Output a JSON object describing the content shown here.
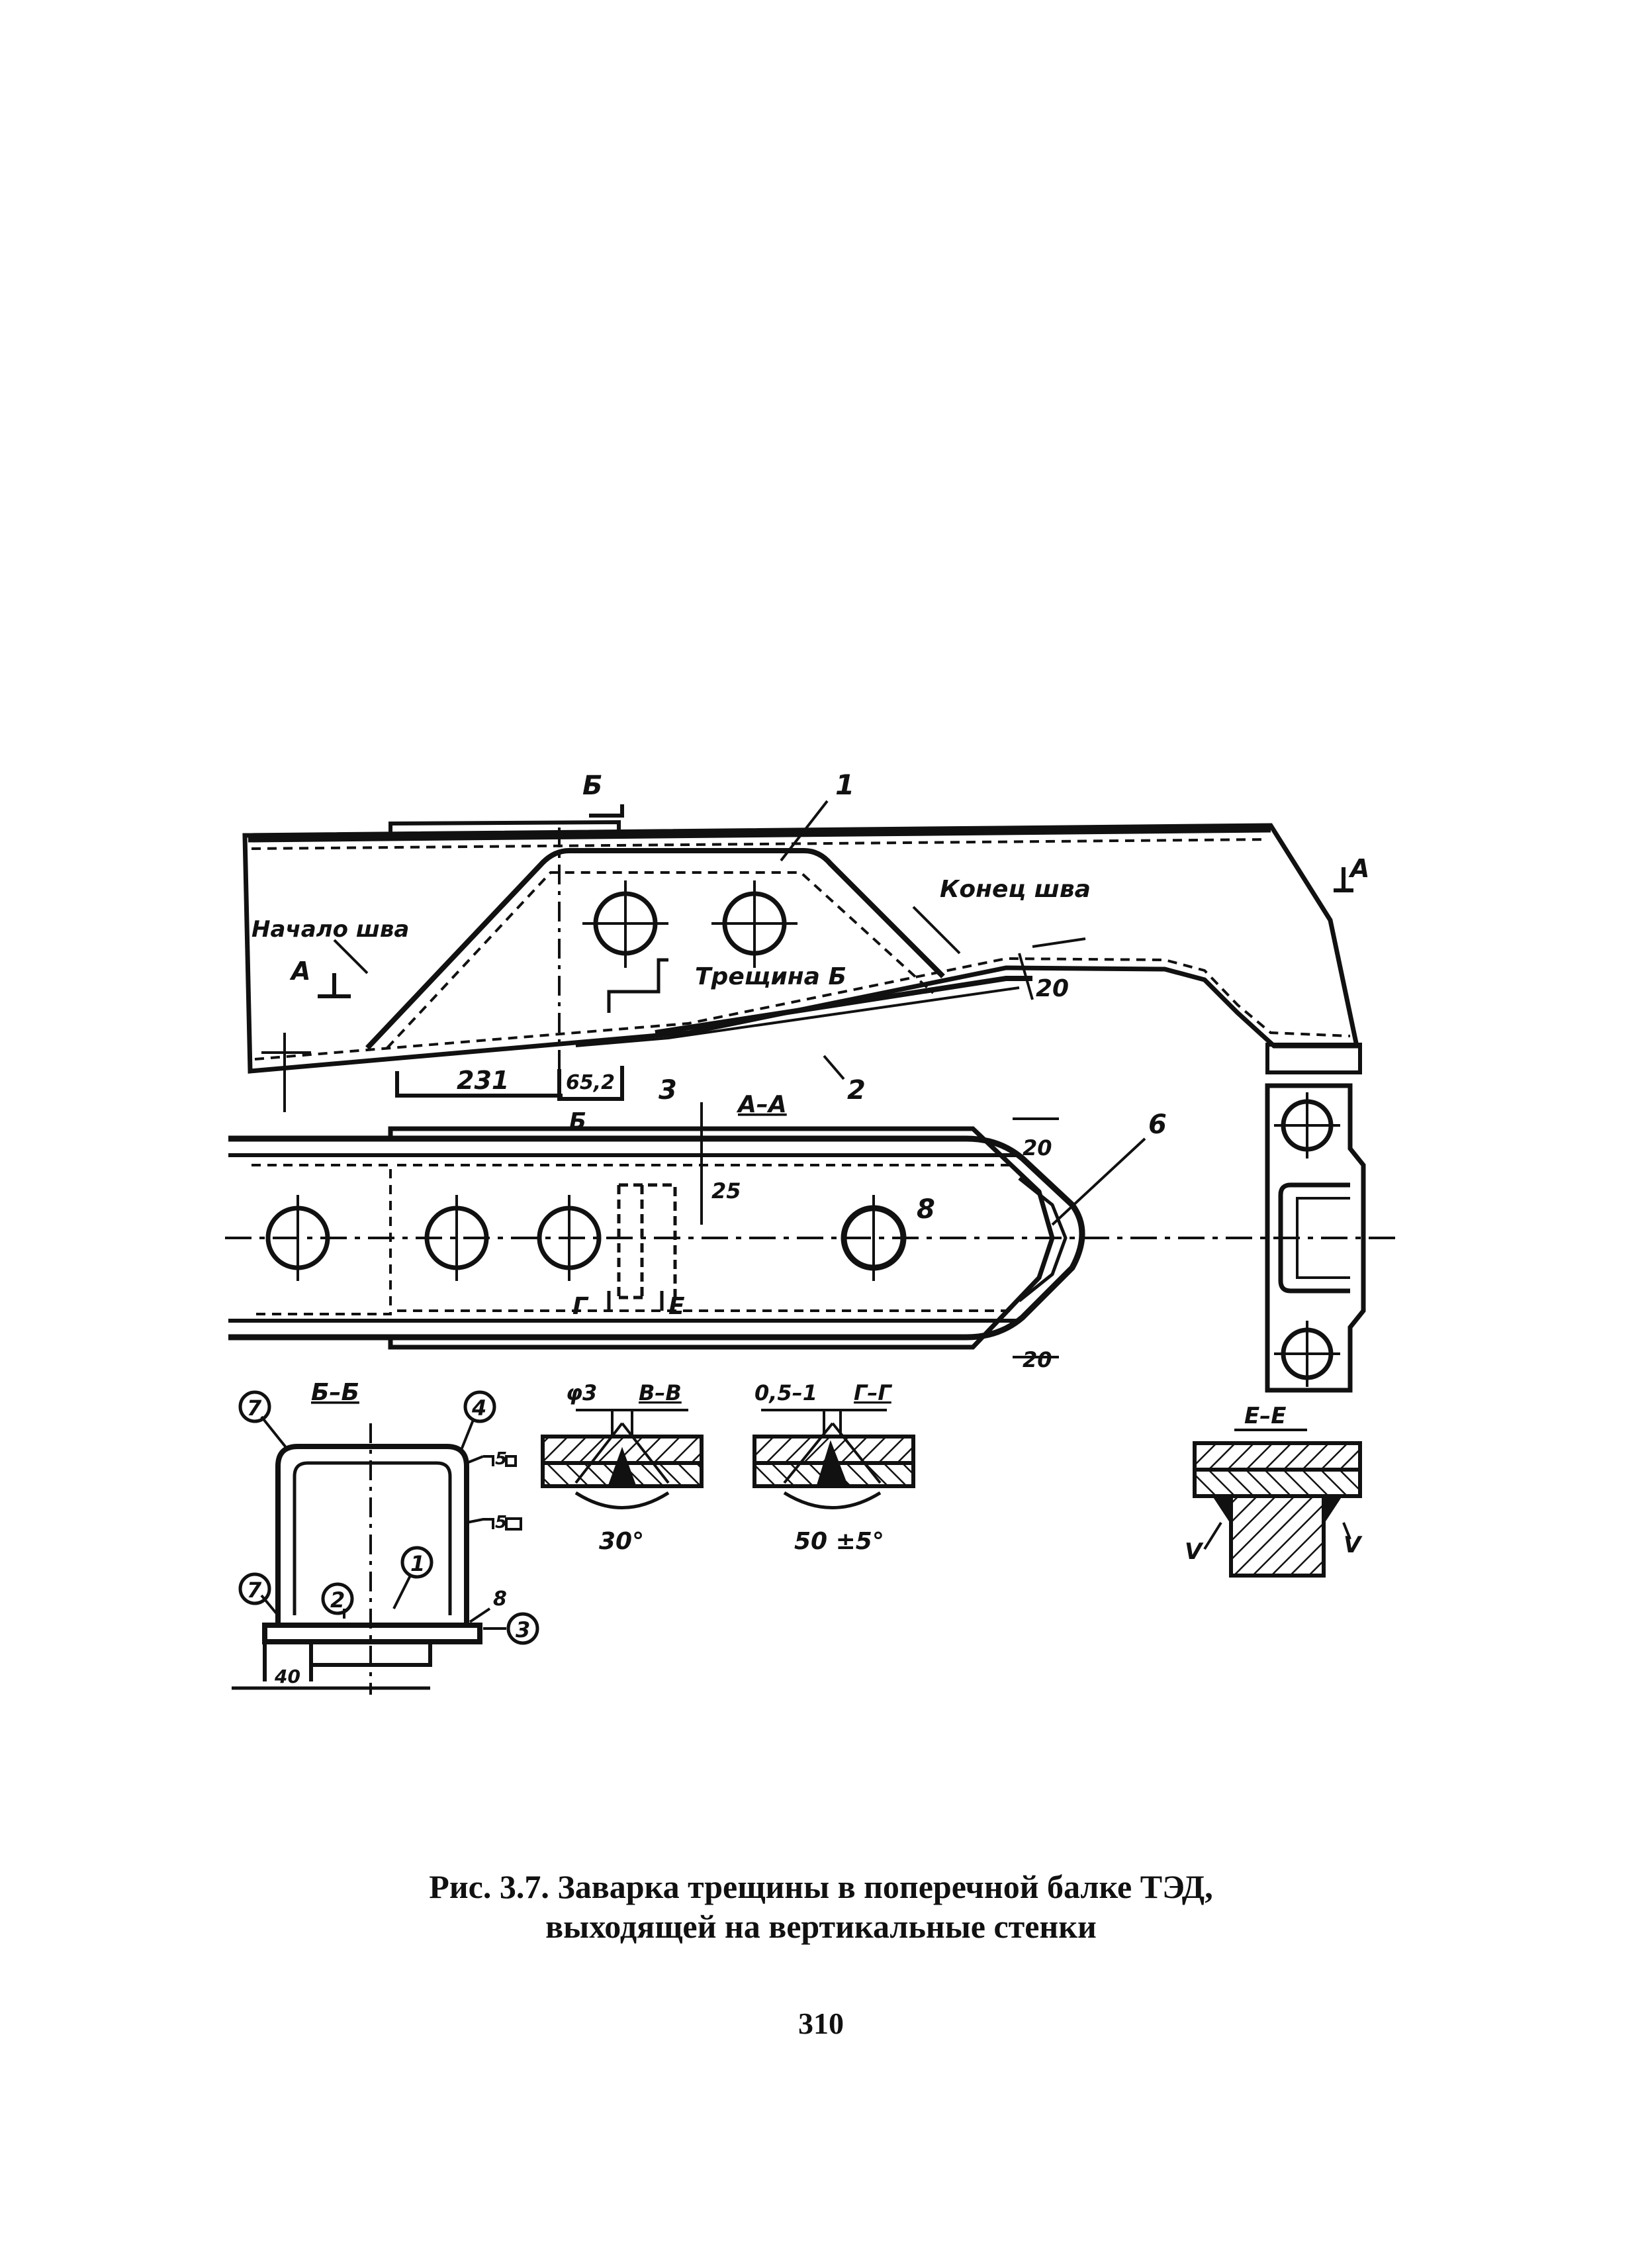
{
  "figure": {
    "labels": {
      "section_b_top": "Б",
      "part_1": "1",
      "arrow_a_right": "А",
      "weld_start": "Начало шва",
      "weld_end": "Конец шва",
      "arrow_a_left": "А",
      "crack_label": "Трещина Б",
      "dim_20": "20",
      "dim_231": "231",
      "dim_652": "65,2",
      "part_3": "3",
      "part_2": "2",
      "section_aa": "А–А",
      "section_b_bottom": "Б",
      "dim_25": "25",
      "part_6": "6",
      "dim_20_top": "20",
      "dim_20_bot": "20",
      "hole_label": "8",
      "mark_g": "Г",
      "mark_e": "Е",
      "section_bb": "Б–Б",
      "circle_7_tl": "7",
      "circle_4_tr": "4",
      "circle_1_mid": "1",
      "circle_2": "2",
      "circle_7_bl": "7",
      "circle_3": "3",
      "weld_sym_1": "5",
      "weld_sym_2": "5",
      "weld_sym_3": "8",
      "dim_40": "40",
      "detail_phi3": "φ3",
      "section_vv": "В–В",
      "angle_30": "30°",
      "detail_0515": "0,5–1",
      "section_gg": "Г–Г",
      "angle_50": "50 ±5°",
      "section_ee": "Е–Е",
      "weld_v_left": "V",
      "weld_v_right": "V"
    }
  },
  "caption": {
    "line1": "Рис. 3.7. Заварка трещины в поперечной балке ТЭД,",
    "line2": "выходящей на вертикальные стенки"
  },
  "page_number": "310"
}
